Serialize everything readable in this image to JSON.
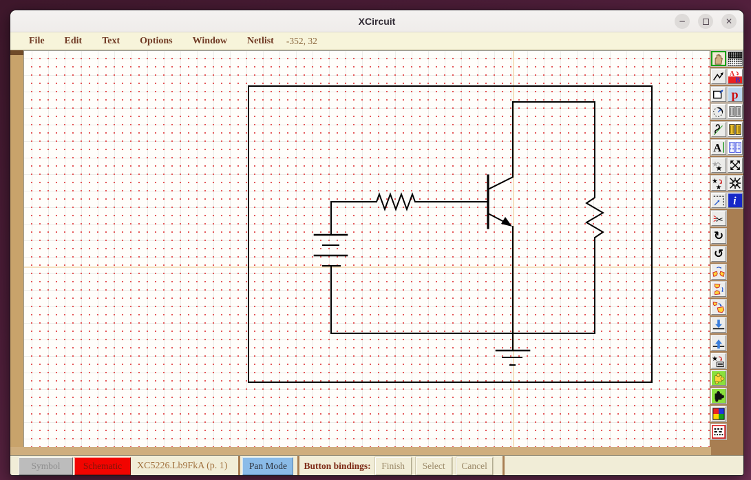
{
  "window": {
    "title": "XCircuit",
    "controls": [
      {
        "name": "minimize",
        "glyph": "minus"
      },
      {
        "name": "maximize",
        "glyph": "square"
      },
      {
        "name": "close",
        "glyph": "cross"
      }
    ]
  },
  "menubar": {
    "items": [
      "File",
      "Edit",
      "Text",
      "Options",
      "Window",
      "Netlist"
    ],
    "coordinates_readout": "-352, 32"
  },
  "toolbar": {
    "left_column": [
      {
        "name": "pan-tool",
        "icon": "hand-icon",
        "selected": true
      },
      {
        "name": "wire-tool",
        "icon": "wire-icon",
        "selected": false
      },
      {
        "name": "box-tool",
        "icon": "box-icon",
        "selected": false
      },
      {
        "name": "arc-tool",
        "icon": "arc-icon",
        "selected": false
      },
      {
        "name": "spline-tool",
        "icon": "spline-icon",
        "selected": false
      },
      {
        "name": "text-tool",
        "icon": "text-icon",
        "selected": false
      },
      {
        "name": "move-tool",
        "icon": "move-star-icon",
        "selected": false
      },
      {
        "name": "copy-tool",
        "icon": "copy-stars-icon",
        "selected": false
      },
      {
        "name": "edit-tool",
        "icon": "edit-box-icon",
        "selected": false
      },
      {
        "name": "delete-tool",
        "icon": "scissors-icon",
        "selected": false
      },
      {
        "name": "rotate-cw-tool",
        "icon": "rotate-cw-icon",
        "selected": false
      },
      {
        "name": "rotate-ccw-tool",
        "icon": "rotate-ccw-icon",
        "selected": false
      },
      {
        "name": "flip-horizontal-tool",
        "icon": "flip-horizontal-icon",
        "selected": false
      },
      {
        "name": "flip-vertical-tool",
        "icon": "flip-vertical-icon",
        "selected": false
      },
      {
        "name": "mirror-copy-tool",
        "icon": "mirror-icon",
        "selected": false
      },
      {
        "name": "push-tool",
        "icon": "arrow-down-icon",
        "selected": false
      },
      {
        "name": "pop-tool",
        "icon": "arrow-up-icon",
        "selected": false
      },
      {
        "name": "make-object-tool",
        "icon": "star-book-icon",
        "selected": false
      },
      {
        "name": "library-add-tool",
        "icon": "puzzle-yellow-icon",
        "selected": false
      },
      {
        "name": "library-delete-tool",
        "icon": "puzzle-black-icon",
        "selected": false
      },
      {
        "name": "color-menu",
        "icon": "color-grid-icon",
        "selected": false
      },
      {
        "name": "line-style-menu",
        "icon": "line-style-icon",
        "selected": false
      }
    ],
    "right_column": [
      {
        "name": "fill-style-menu",
        "icon": "halftone-icon",
        "selected": false
      },
      {
        "name": "symbol-schematic-swap",
        "icon": "ab-swap-icon",
        "selected": false
      },
      {
        "name": "parameter-menu",
        "icon": "parameter-p-icon",
        "selected": false
      },
      {
        "name": "builtin-library",
        "icon": "books-icon",
        "selected": false
      },
      {
        "name": "user-library",
        "icon": "yellow-book-icon",
        "selected": false
      },
      {
        "name": "page-directory",
        "icon": "blue-book-icon",
        "selected": false
      },
      {
        "name": "zoom-out",
        "icon": "expand-arrows-icon",
        "selected": false
      },
      {
        "name": "zoom-in",
        "icon": "contract-arrows-icon",
        "selected": false
      },
      {
        "name": "help",
        "icon": "info-icon",
        "selected": false
      }
    ]
  },
  "canvas": {
    "schematic_components": [
      "outer boundary box",
      "battery",
      "base resistor",
      "npn transistor",
      "load resistor",
      "ground"
    ]
  },
  "statusbar": {
    "symbol_label": "Symbol",
    "schematic_label": "Schematic",
    "page_label": "XC5226.Lb9FkA (p. 1)",
    "mode_label": "Pan Mode",
    "bindings_label": "Button bindings:",
    "action_buttons": [
      "Finish",
      "Select",
      "Cancel"
    ]
  },
  "colors": {
    "accent_selected_tool": "#18a018",
    "schematic_button": "#f20400",
    "pan_mode_button": "#8abbe8",
    "menu_text": "#703a24",
    "grid_dot": "#e34f4f"
  }
}
